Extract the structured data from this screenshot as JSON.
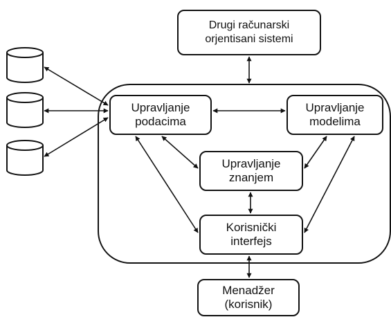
{
  "external_systems": {
    "line1": "Drugi računarski",
    "line2": "orjentisani sistemi"
  },
  "data_management": {
    "line1": "Upravljanje",
    "line2": "podacima"
  },
  "model_management": {
    "line1": "Upravljanje",
    "line2": "modelima"
  },
  "knowledge_management": {
    "line1": "Upravljanje",
    "line2": "znanjem"
  },
  "user_interface": {
    "line1": "Korisnički",
    "line2": "interfejs"
  },
  "manager": {
    "line1": "Menadžer",
    "line2": "(korisnik)"
  },
  "databases": [
    "database-1",
    "database-2",
    "database-3"
  ],
  "colors": {
    "stroke": "#111111",
    "background": "#ffffff"
  }
}
